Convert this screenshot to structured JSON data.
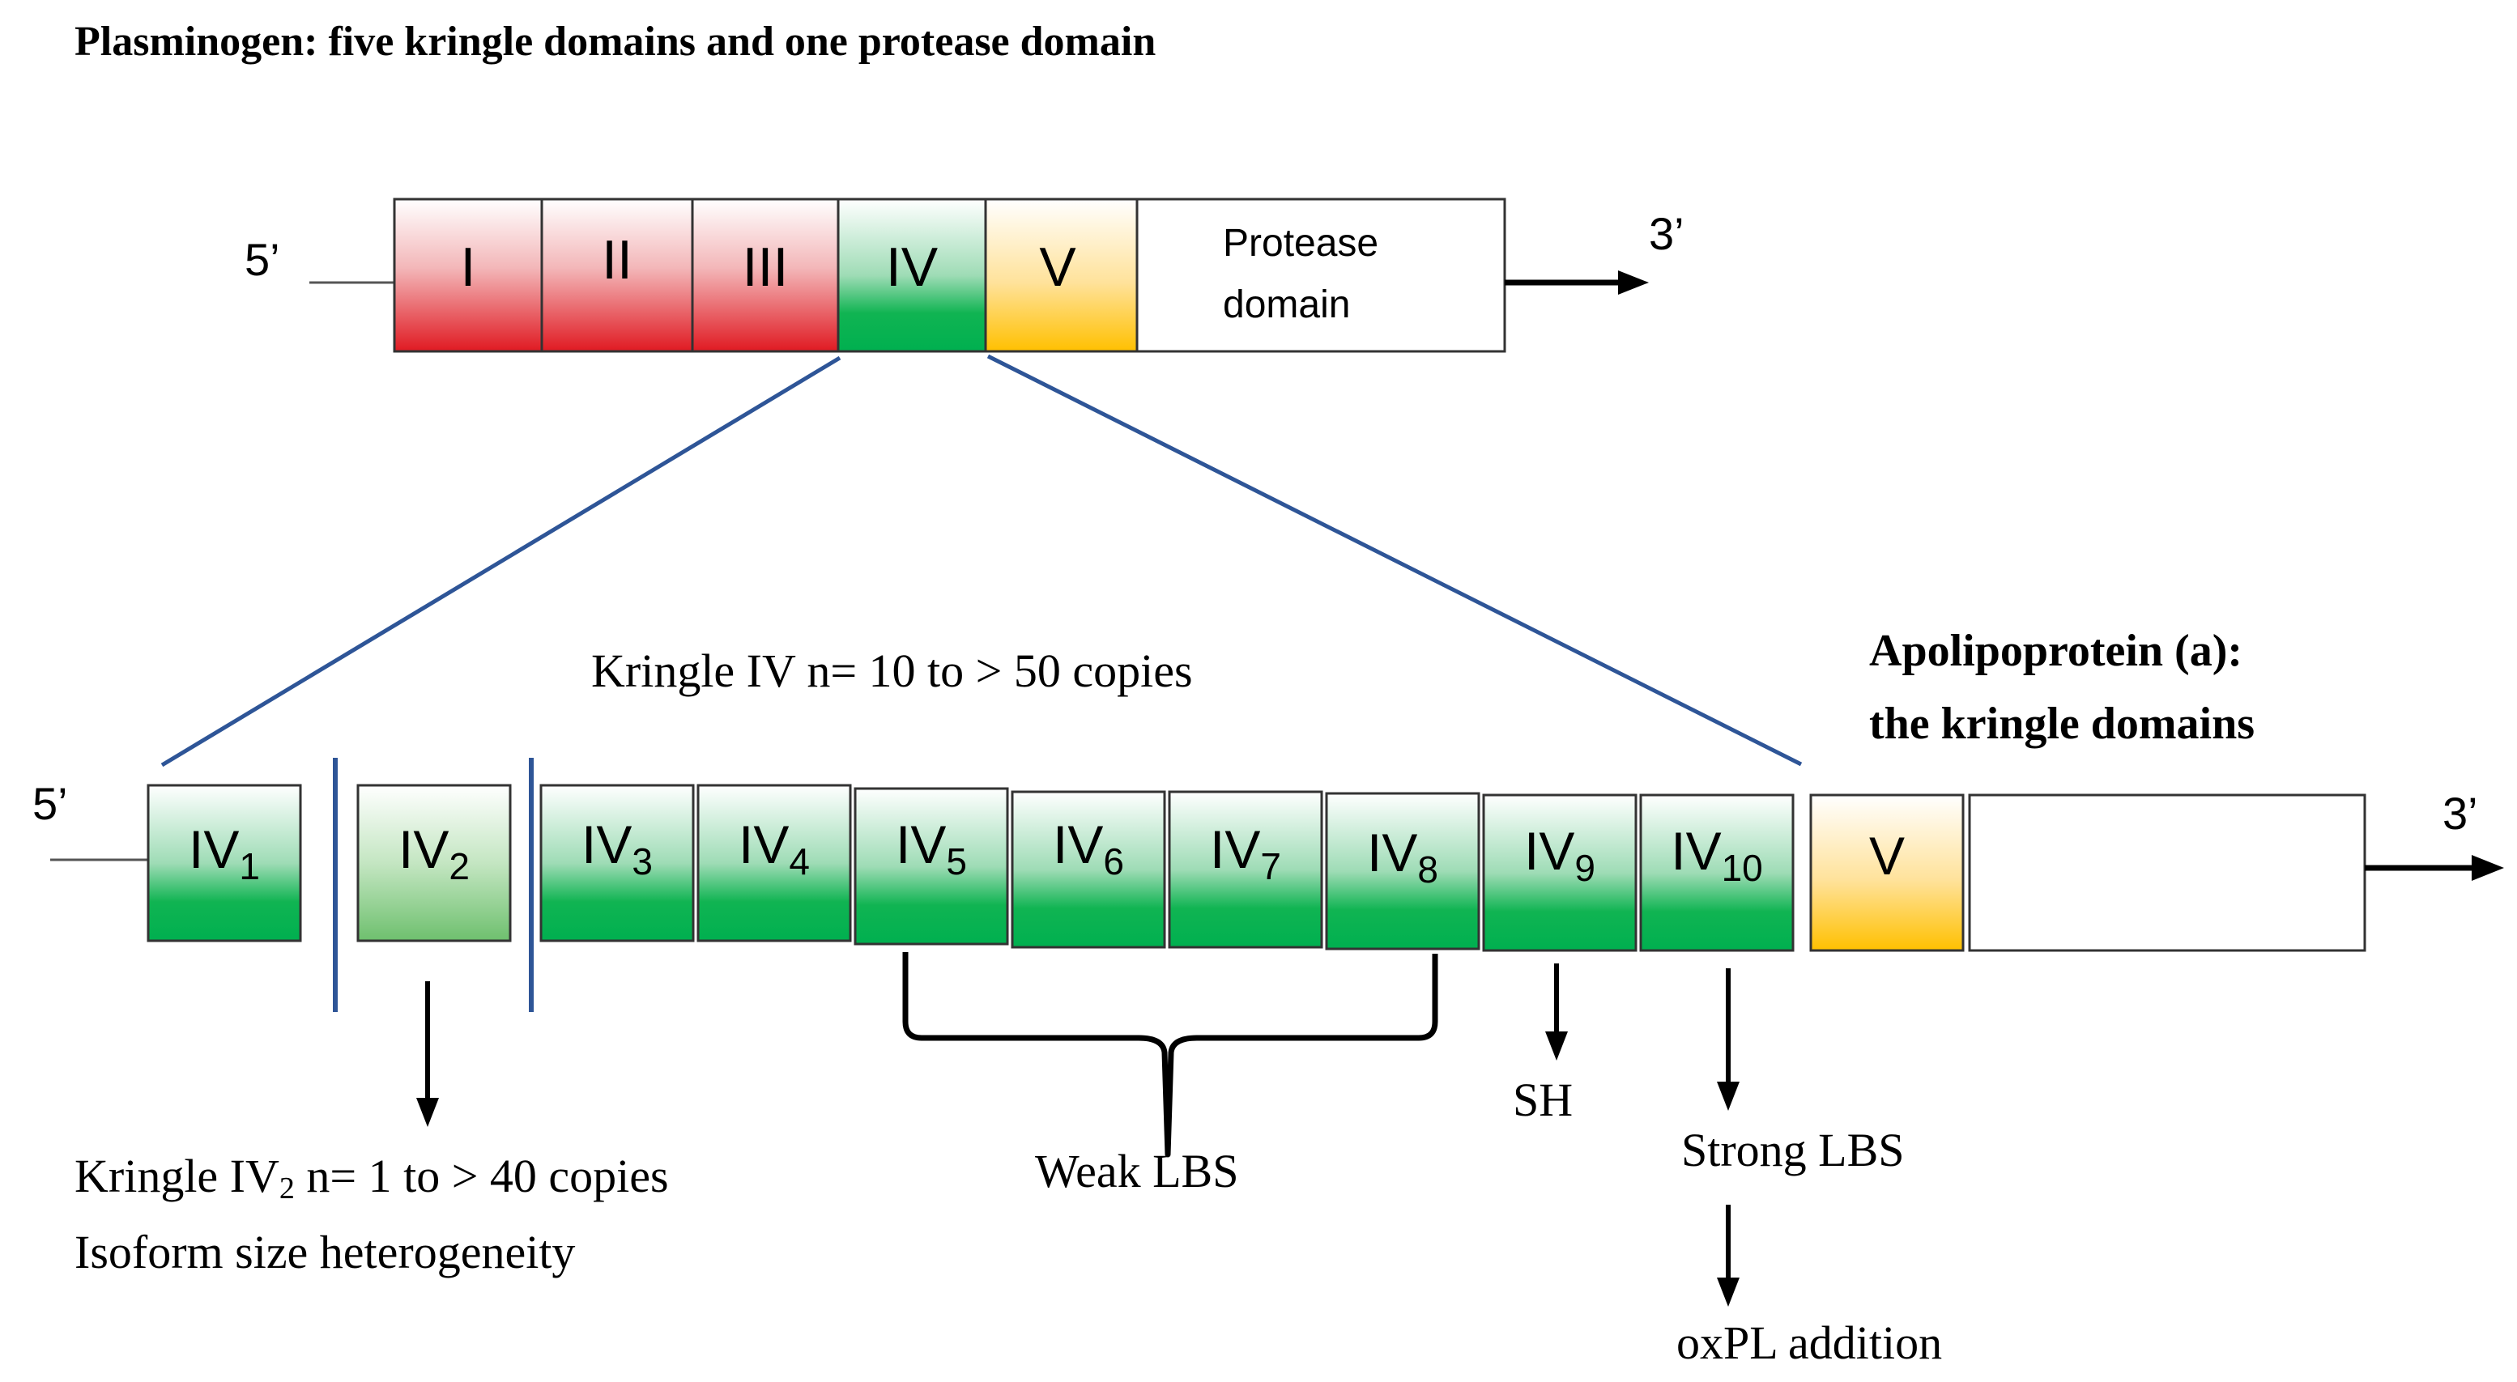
{
  "title": "Plasminogen: five kringle domains and one protease domain",
  "plasminogen": {
    "five_prime": "5’",
    "three_prime": "3’",
    "domains": [
      "I",
      "II",
      "III",
      "IV",
      "V"
    ],
    "protease_line1": "Protease",
    "protease_line2": "domain"
  },
  "apoa": {
    "title_line1": "Apolipoprotein (a):",
    "title_line2": "the kringle domains",
    "five_prime": "5’",
    "three_prime": "3’",
    "copies_label": "Kringle IV n= 10 to > 50 copies",
    "kringle_prefix": "IV",
    "kringle_subscripts": [
      "1",
      "2",
      "3",
      "4",
      "5",
      "6",
      "7",
      "8",
      "9",
      "10"
    ],
    "kringle_v": "V"
  },
  "annotations": {
    "iv2_line1_prefix": "Kringle IV",
    "iv2_line1_sub": "2",
    "iv2_line1_suffix": " n= 1 to > 40 copies",
    "iv2_line2": "Isoform size heterogeneity",
    "weak_lbs": "Weak LBS",
    "sh": "SH",
    "strong_lbs": "Strong LBS",
    "oxpl": "oxPL addition"
  },
  "colors": {
    "red": "#e01a22",
    "green": "#00b050",
    "light_green": "#6ec06e",
    "orange": "#ffc000",
    "line_blue": "#2e5597"
  }
}
